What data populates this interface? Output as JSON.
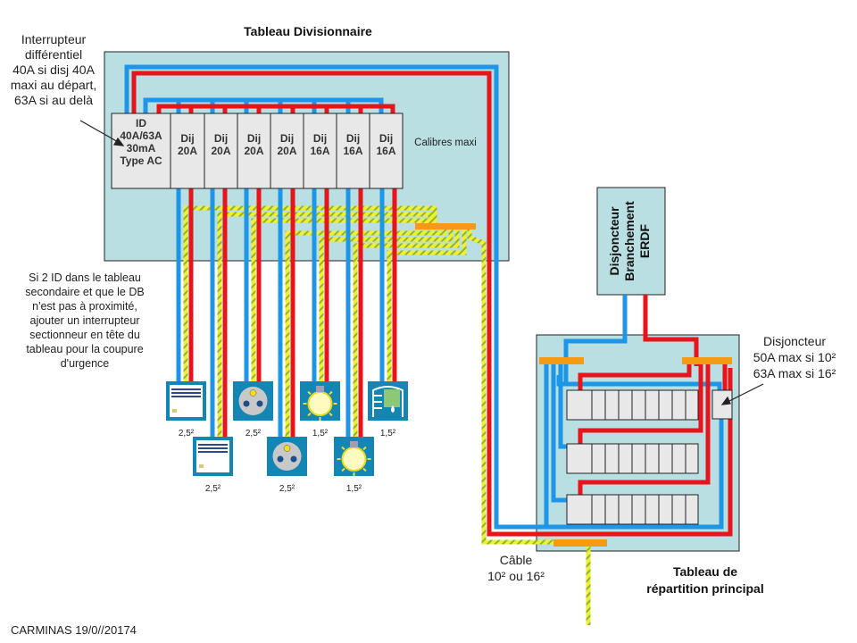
{
  "titles": {
    "secondary_board": "Tableau Divisionnaire",
    "main_board_line1": "Tableau de",
    "main_board_line2": "répartition principal",
    "calibres": "Calibres maxi"
  },
  "annotations": {
    "id_note": [
      "Interrupteur",
      "différentiel",
      "40A si disj 40A",
      "maxi au départ,",
      "63A si au delà"
    ],
    "section_note": [
      "Si 2 ID dans le tableau",
      "secondaire et que le DB",
      "n'est pas à proximité,",
      "ajouter un interrupteur",
      "sectionneur en tête du",
      "tableau pour la coupure",
      "d'urgence"
    ],
    "breaker_note": [
      "Disjoncteur",
      "50A max si 10²",
      "63A max si 16²"
    ],
    "cable_note": [
      "Câble",
      "10² ou 16²"
    ],
    "erdf_box": [
      "Disjoncteur",
      "Branchement",
      "ERDF"
    ],
    "footer": "CARMINAS 19/0//20174"
  },
  "breakers": [
    {
      "type": "ID",
      "lines": [
        "ID",
        "40A/63A",
        "30mA",
        "Type AC"
      ]
    },
    {
      "type": "Dij",
      "lines": [
        "Dij",
        "20A"
      ]
    },
    {
      "type": "Dij",
      "lines": [
        "Dij",
        "20A"
      ]
    },
    {
      "type": "Dij",
      "lines": [
        "Dij",
        "20A"
      ]
    },
    {
      "type": "Dij",
      "lines": [
        "Dij",
        "20A"
      ]
    },
    {
      "type": "Dij",
      "lines": [
        "Dij",
        "16A"
      ]
    },
    {
      "type": "Dij",
      "lines": [
        "Dij",
        "16A"
      ]
    },
    {
      "type": "Dij",
      "lines": [
        "Dij",
        "16A"
      ]
    }
  ],
  "loads": [
    {
      "kind": "radiator",
      "section": "2,5²"
    },
    {
      "kind": "radiator",
      "section": "2,5²"
    },
    {
      "kind": "socket",
      "section": "2,5²"
    },
    {
      "kind": "socket",
      "section": "2,5²"
    },
    {
      "kind": "lamp",
      "section": "1,5²"
    },
    {
      "kind": "lamp",
      "section": "1,5²"
    },
    {
      "kind": "towel-dryer",
      "section": "1,5²"
    }
  ],
  "colors": {
    "neutral": "#1e96e8",
    "phase": "#e8141c",
    "earth": "#f0f030",
    "earth_stripe": "#8cb43c",
    "busbar": "#f59a14",
    "panel": "#b9dfe3",
    "device": "#e8e8e8",
    "load_bg": "#1486b4"
  }
}
